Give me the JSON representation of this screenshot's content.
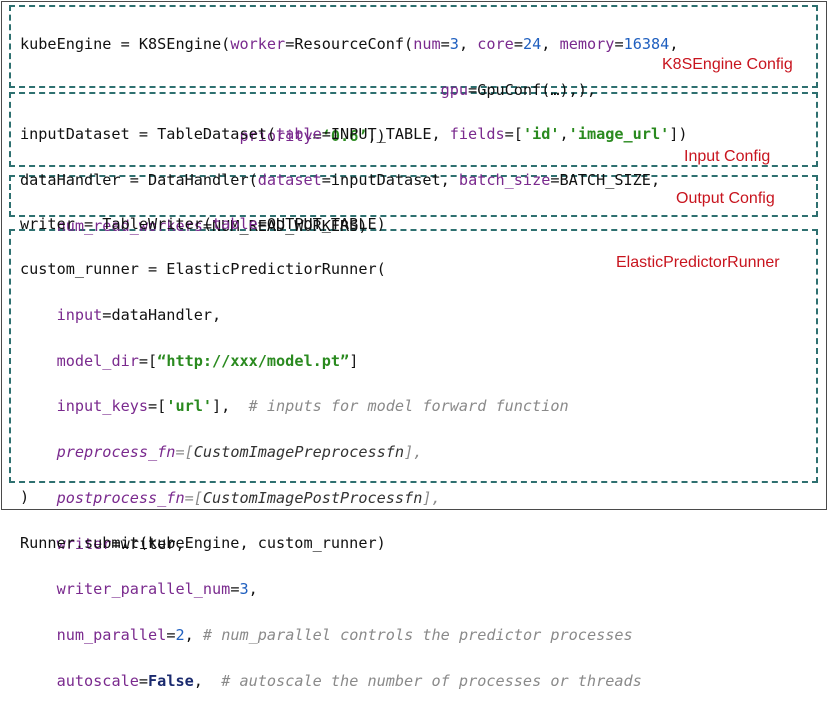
{
  "colors": {
    "border_dashed": "#2e7070",
    "label_red": "#c8141e",
    "keyword_arg": "#7a2a8e",
    "number": "#1f5fbf",
    "string": "#2a8a1f",
    "comment": "#8a8a8a"
  },
  "labels": {
    "k8s": "K8SEngine Config",
    "input": "Input Config",
    "output": "Output Config",
    "runner": "ElasticPredictorRunner"
  },
  "k8s": {
    "l1_a": "kubeEngine = K8SEngine(",
    "l1_worker": "worker",
    "l1_b": "=ResourceConf(",
    "l1_num": "num",
    "l1_c": "=",
    "l1_3": "3",
    "l1_d": ", ",
    "l1_core": "core",
    "l1_e": "=",
    "l1_24": "24",
    "l1_f": ", ",
    "l1_memory": "memory",
    "l1_g": "=",
    "l1_16384": "16384",
    "l1_h": ",",
    "l2_indent": "                                              ",
    "l2_gpu": "gpu",
    "l2_a": "=GpuConf(…),),",
    "l3_indent": "                        ",
    "l3_priority": "priority",
    "l3_a": "=",
    "l3_val": "‘0.6’",
    "l3_b": ",)"
  },
  "input": {
    "l1_a": "inputDataset = TableDataset(",
    "l1_table": "table",
    "l1_b": "=INPUT_TABLE, ",
    "l1_fields": "fields",
    "l1_c": "=[",
    "l1_id": "'id'",
    "l1_comma": ",",
    "l1_url": "'image_url'",
    "l1_d": "])",
    "l2_a": "dataHandler = DataHandler(",
    "l2_dataset": "dataset",
    "l2_b": "=inputDataset, ",
    "l2_batch": "batch_size",
    "l2_c": "=BATCH_SIZE,",
    "l3_indent": "    ",
    "l3_nrw": "num_read_workers",
    "l3_a": "=NUM_READ_WORKERS)"
  },
  "output": {
    "l1_a": "writer = TableWriter(",
    "l1_table": "table",
    "l1_b": "=OUTPUT_TABLE)"
  },
  "runner": {
    "l1": "custom_runner = ElasticPredictiorRunner(",
    "ind": "    ",
    "input_k": "input",
    "input_v": "=dataHandler,",
    "modeldir_k": "model_dir",
    "modeldir_a": "=[",
    "modeldir_v": "“http://xxx/model.pt”",
    "modeldir_b": "]",
    "inkeys_k": "input_keys",
    "inkeys_a": "=[",
    "inkeys_v": "'url'",
    "inkeys_b": "],  ",
    "inkeys_c": "# inputs for model forward function",
    "pre_k": "preprocess_fn",
    "pre_a": "=[",
    "pre_v": "CustomImagePreprocessfn",
    "pre_b": "],",
    "post_k": "postprocess_fn",
    "post_a": "=[",
    "post_v": "CustomImagePostProcessfn",
    "post_b": "],",
    "writer_k": "writer",
    "writer_v": "=writer,",
    "wpn_k": "writer_parallel_num",
    "wpn_a": "=",
    "wpn_v": "3",
    "wpn_b": ",",
    "np_k": "num_parallel",
    "np_a": "=",
    "np_v": "2",
    "np_b": ", ",
    "np_c": "# num_parallel controls the predictor processes",
    "as_k": "autoscale",
    "as_a": "=",
    "as_v": "False",
    "as_b": ",  ",
    "as_c": "# autoscale the number of processes or threads",
    "close": ")"
  },
  "submit": {
    "line": "Runner.submit(kubeEngine, custom_runner)"
  }
}
